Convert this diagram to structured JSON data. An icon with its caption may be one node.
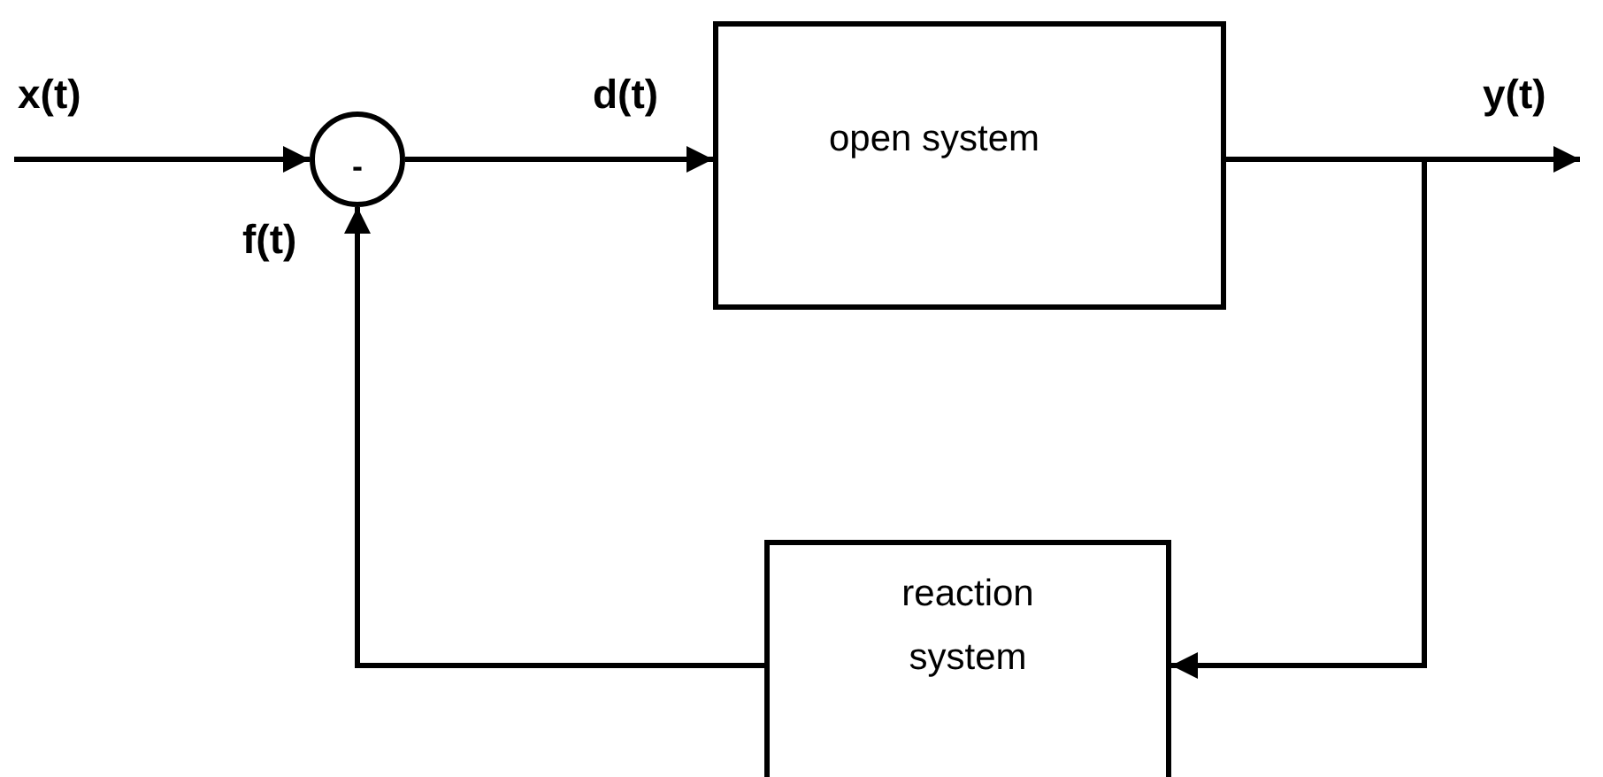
{
  "diagram": {
    "nodes": [
      {
        "text": [
          "-"
        ]
      },
      {
        "text": [
          "open system"
        ]
      },
      {
        "text": [
          "reaction system"
        ]
      }
    ],
    "edges": [
      {
        "from": null,
        "to": 0,
        "arrow": "to",
        "label": "x(t)"
      },
      {
        "from": 0,
        "to": 1,
        "arrow": "to",
        "label": "d(t)"
      },
      {
        "from": 1,
        "to": null,
        "arrow": "to",
        "label": "y(t)"
      },
      {
        "from": 1,
        "to": 2,
        "arrow": "to"
      },
      {
        "from": 2,
        "to": 0,
        "arrow": "to",
        "label": "f(t)"
      }
    ]
  }
}
